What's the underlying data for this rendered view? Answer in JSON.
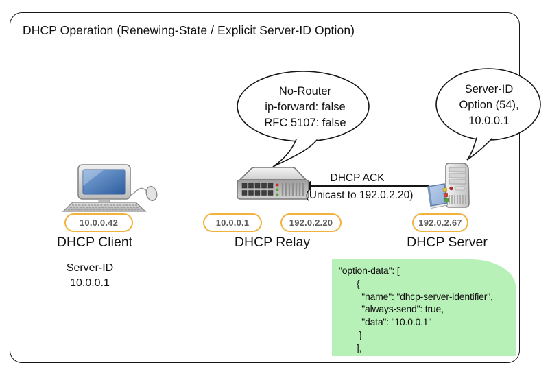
{
  "title": "DHCP Operation (Renewing-State / Explicit Server-ID Option)",
  "relay_bubble": {
    "lines": [
      "No-Router",
      "ip-forward: false",
      "RFC 5107: false"
    ]
  },
  "server_bubble": {
    "lines": [
      "Server-ID",
      "Option (54),",
      "10.0.0.1"
    ]
  },
  "message": {
    "title": "DHCP ACK",
    "subtitle": "(Unicast to 192.0.2.20)"
  },
  "client": {
    "label": "DHCP Client",
    "ip": "10.0.0.42",
    "note_lines": [
      "Server-ID",
      "10.0.0.1"
    ]
  },
  "relay": {
    "label": "DHCP Relay",
    "ip_upstream": "10.0.0.1",
    "ip_downstream": "192.0.2.20"
  },
  "server": {
    "label": "DHCP Server",
    "ip": "192.0.2.67"
  },
  "config_snippet": {
    "lines": [
      "\"option-data\": [",
      "       {",
      "         \"name\": \"dhcp-server-identifier\",",
      "         \"always-send\": true,",
      "         \"data\": \"10.0.0.1\"",
      "        }",
      "       ],"
    ]
  },
  "colors": {
    "badge_border": "#f2b23e",
    "snippet_bg": "#b7f1b7",
    "frame_border": "#161616"
  },
  "icons": {
    "client": "desktop-computer-icon",
    "relay": "router-icon",
    "server": "tower-server-icon"
  }
}
